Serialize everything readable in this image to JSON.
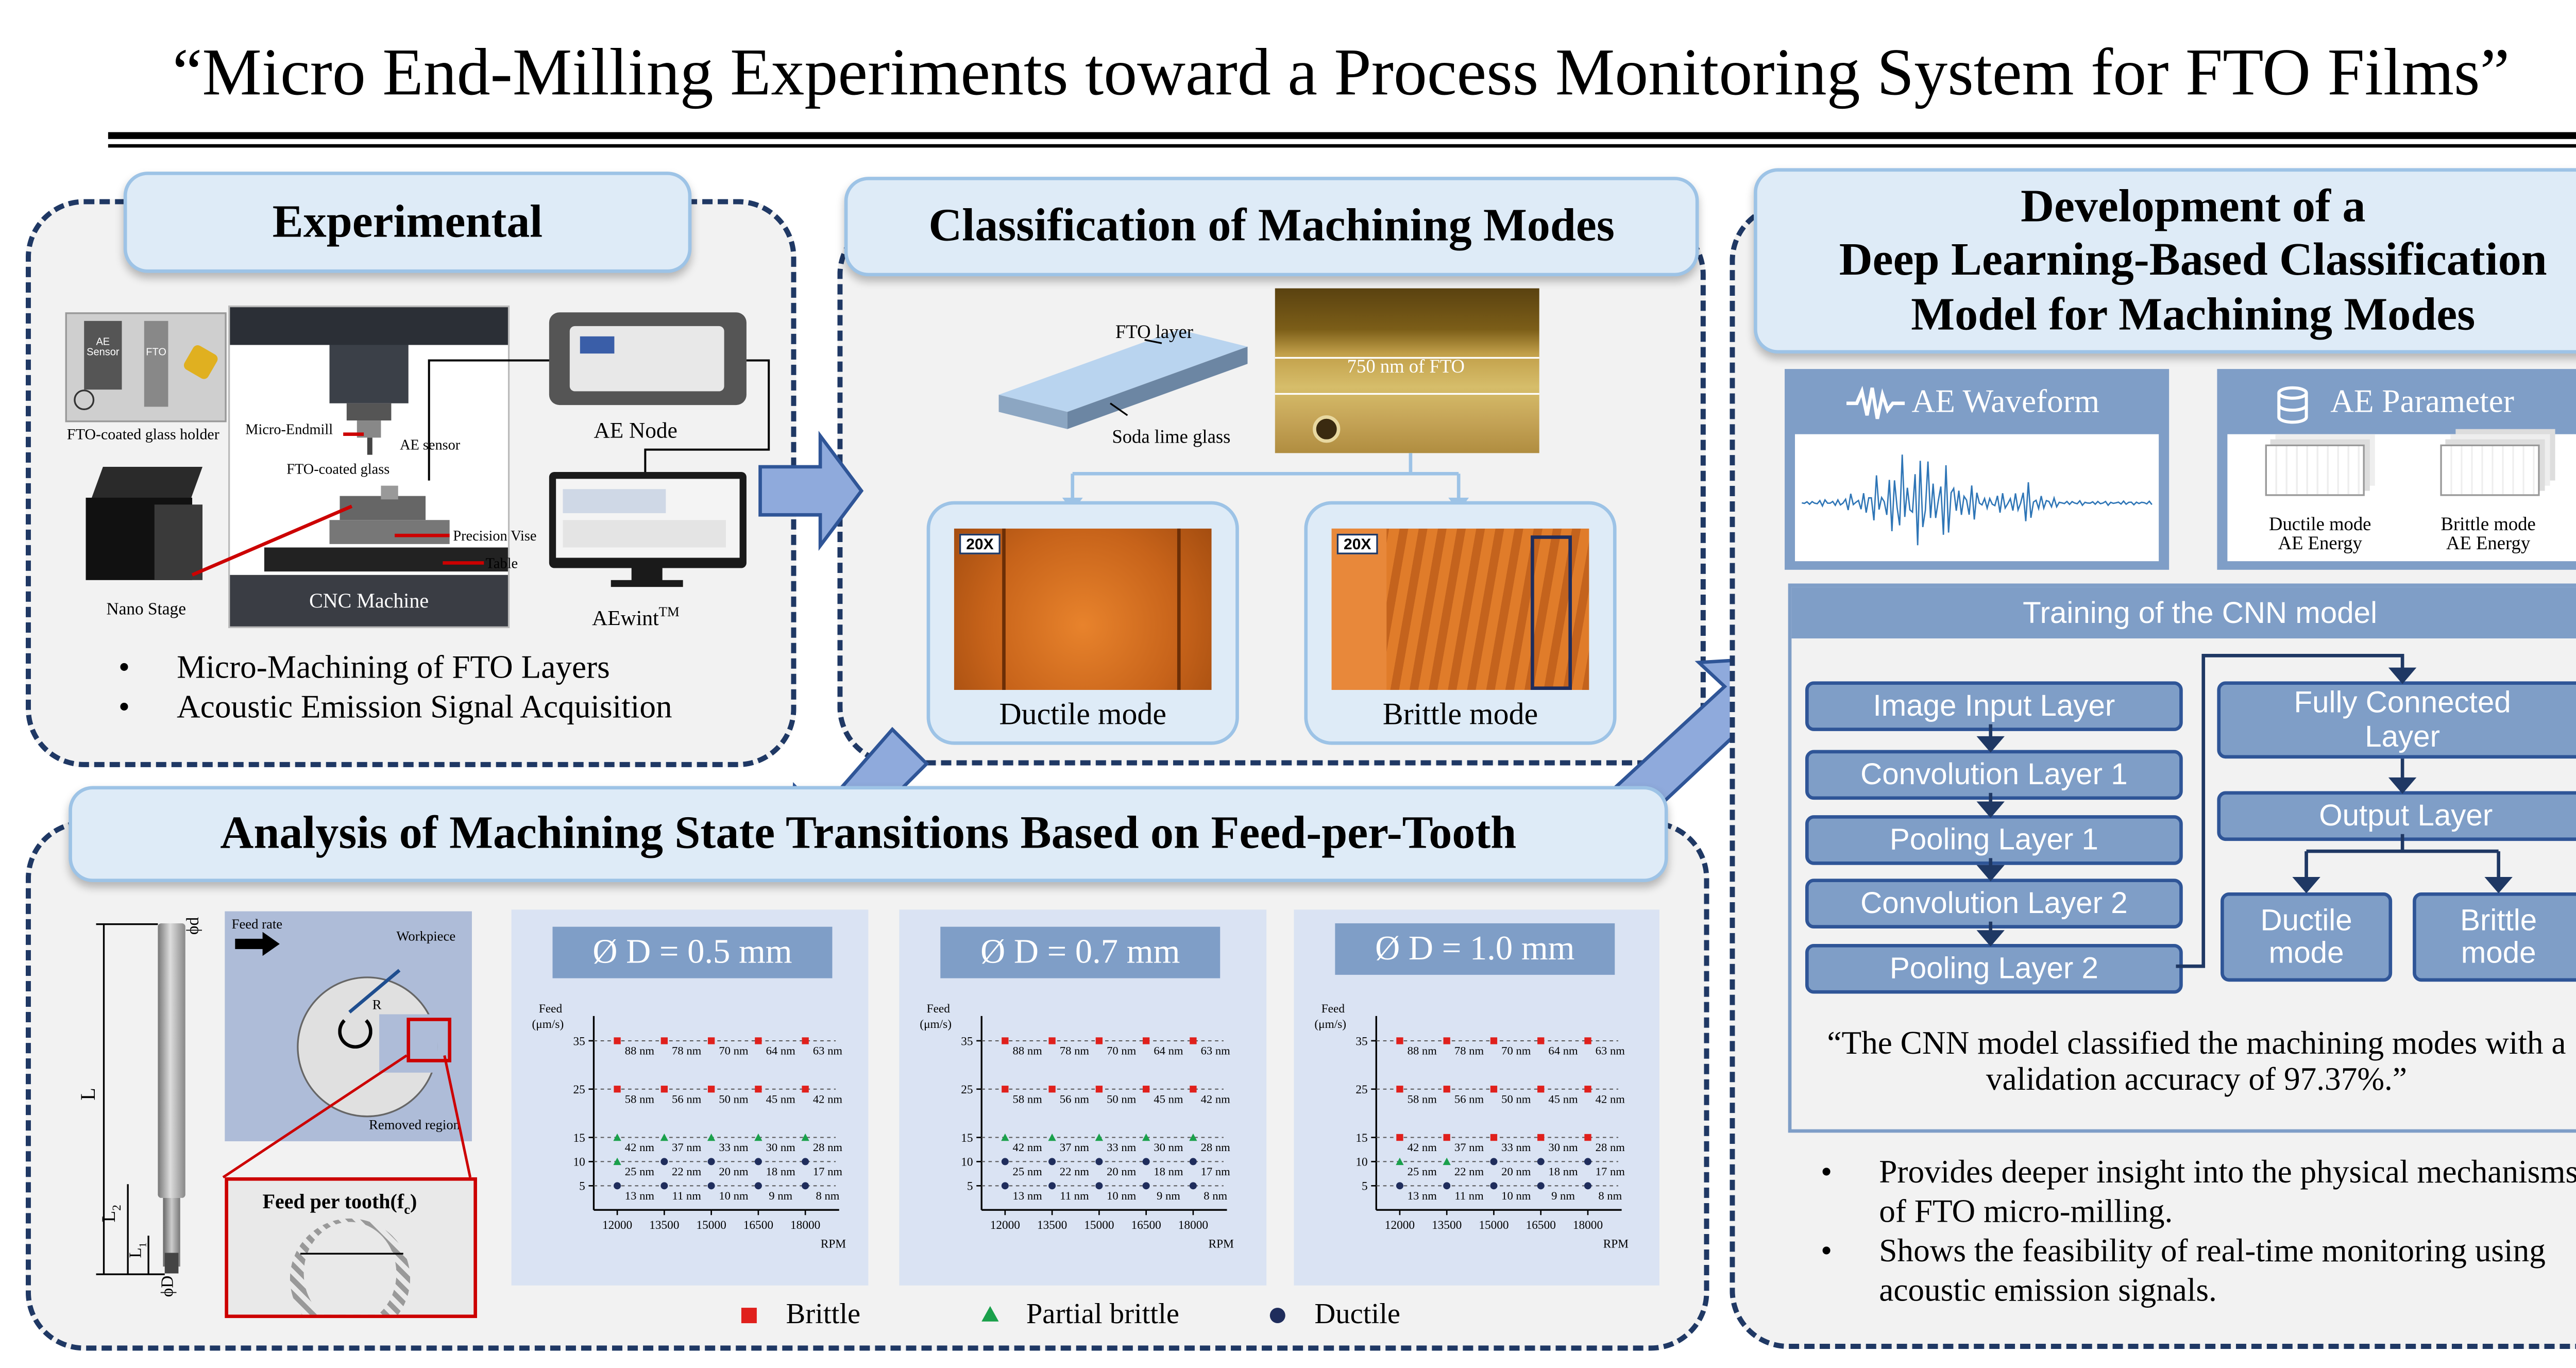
{
  "title": "“Micro End-Milling Experiments toward a Process Monitoring System for FTO Films”",
  "experimental": {
    "header": "Experimental",
    "nano_stage": "Nano Stage",
    "fto_holder": "FTO-coated glass holder",
    "holder_sensor": "AE Sensor",
    "holder_fto": "FTO",
    "micro_endmill": "Micro-Endmill",
    "ae_sensor": "AE sensor",
    "fto_glass": "FTO-coated glass",
    "precision_vise": "Precision Vise",
    "table": "Table",
    "cnc": "CNC Machine",
    "ae_node": "AE Node",
    "aewin": "AEwint",
    "aewin_sup": "TM",
    "bullets": [
      "Micro-Machining of FTO Layers",
      "Acoustic Emission Signal Acquisition"
    ]
  },
  "classification": {
    "header": "Classification of Machining Modes",
    "fto_layer": "FTO layer",
    "soda_lime": "Soda lime glass",
    "fto_thickness": "750 nm of FTO",
    "mag": "20X",
    "ductile": "Ductile mode",
    "brittle": "Brittle mode"
  },
  "analysis": {
    "header": "Analysis of Machining State Transitions Based on Feed-per-Tooth",
    "tool_d": "ϕd",
    "tool_L": "L",
    "tool_L2": "L",
    "tool_L2_sub": "2",
    "tool_L1": "L",
    "tool_L1_sub": "1",
    "tool_D": "ϕD",
    "feed_rate": "Feed rate",
    "workpiece": "Workpiece",
    "radius": "R",
    "removed": "Removed region",
    "fpt_label": "Feed per tooth(f",
    "fpt_sub": "c",
    "fpt_close": ")",
    "legend": [
      {
        "label": "Brittle",
        "color": "#e0201c",
        "shape": "square"
      },
      {
        "label": "Partial brittle",
        "color": "#1aa04b",
        "shape": "triangle"
      },
      {
        "label": "Ductile",
        "color": "#1f2d5c",
        "shape": "circle"
      }
    ]
  },
  "chart_data": [
    {
      "type": "scatter",
      "title": "Ø D = 0.5 mm",
      "ylabel": "Feed\n(μm/s)",
      "xlabel": "RPM",
      "x": [
        12000,
        13500,
        15000,
        16500,
        18000
      ],
      "y": [
        5,
        10,
        15,
        25,
        35
      ],
      "yticks": [
        5,
        10,
        15,
        25,
        35
      ],
      "fpt_labels": [
        [
          "13 nm",
          "11 nm",
          "10 nm",
          "9 nm",
          "8 nm"
        ],
        [
          "25 nm",
          "22 nm",
          "20 nm",
          "18 nm",
          "17 nm"
        ],
        [
          "42 nm",
          "37 nm",
          "33 nm",
          "30 nm",
          "28 nm"
        ],
        [
          "58 nm",
          "56 nm",
          "50 nm",
          "45 nm",
          "42 nm"
        ],
        [
          "88 nm",
          "78 nm",
          "70 nm",
          "64 nm",
          "63 nm"
        ]
      ],
      "modes": [
        [
          "D",
          "D",
          "D",
          "D",
          "D"
        ],
        [
          "P",
          "D",
          "D",
          "D",
          "D"
        ],
        [
          "P",
          "P",
          "P",
          "P",
          "P"
        ],
        [
          "B",
          "B",
          "B",
          "B",
          "B"
        ],
        [
          "B",
          "B",
          "B",
          "B",
          "B"
        ]
      ]
    },
    {
      "type": "scatter",
      "title": "Ø D = 0.7 mm",
      "ylabel": "Feed\n(μm/s)",
      "xlabel": "RPM",
      "x": [
        12000,
        13500,
        15000,
        16500,
        18000
      ],
      "y": [
        5,
        10,
        15,
        25,
        35
      ],
      "yticks": [
        5,
        10,
        15,
        25,
        35
      ],
      "fpt_labels": [
        [
          "13 nm",
          "11 nm",
          "10 nm",
          "9 nm",
          "8 nm"
        ],
        [
          "25 nm",
          "22 nm",
          "20 nm",
          "18 nm",
          "17 nm"
        ],
        [
          "42 nm",
          "37 nm",
          "33 nm",
          "30 nm",
          "28 nm"
        ],
        [
          "58 nm",
          "56 nm",
          "50 nm",
          "45 nm",
          "42 nm"
        ],
        [
          "88 nm",
          "78 nm",
          "70 nm",
          "64 nm",
          "63 nm"
        ]
      ],
      "modes": [
        [
          "D",
          "D",
          "D",
          "D",
          "D"
        ],
        [
          "D",
          "D",
          "D",
          "D",
          "D"
        ],
        [
          "P",
          "P",
          "P",
          "P",
          "P"
        ],
        [
          "B",
          "B",
          "B",
          "B",
          "B"
        ],
        [
          "B",
          "B",
          "B",
          "B",
          "B"
        ]
      ]
    },
    {
      "type": "scatter",
      "title": "Ø D = 1.0 mm",
      "ylabel": "Feed\n(μm/s)",
      "xlabel": "RPM",
      "x": [
        12000,
        13500,
        15000,
        16500,
        18000
      ],
      "y": [
        5,
        10,
        15,
        25,
        35
      ],
      "yticks": [
        5,
        10,
        15,
        25,
        35
      ],
      "fpt_labels": [
        [
          "13 nm",
          "11 nm",
          "10 nm",
          "9 nm",
          "8 nm"
        ],
        [
          "25 nm",
          "22 nm",
          "20 nm",
          "18 nm",
          "17 nm"
        ],
        [
          "42 nm",
          "37 nm",
          "33 nm",
          "30 nm",
          "28 nm"
        ],
        [
          "58 nm",
          "56 nm",
          "50 nm",
          "45 nm",
          "42 nm"
        ],
        [
          "88 nm",
          "78 nm",
          "70 nm",
          "64 nm",
          "63 nm"
        ]
      ],
      "modes": [
        [
          "D",
          "D",
          "D",
          "D",
          "D"
        ],
        [
          "P",
          "P",
          "D",
          "D",
          "D"
        ],
        [
          "B",
          "B",
          "B",
          "B",
          "B"
        ],
        [
          "B",
          "B",
          "B",
          "B",
          "B"
        ],
        [
          "B",
          "B",
          "B",
          "B",
          "B"
        ]
      ]
    }
  ],
  "deep_learning": {
    "header_lines": [
      "Development of a",
      "Deep Learning-Based Classification",
      "Model for Machining Modes"
    ],
    "ae_waveform": "AE Waveform",
    "ae_parameter": "AE Parameter",
    "ductile_energy": [
      "Ductile mode",
      "AE Energy"
    ],
    "brittle_energy": [
      "Brittle mode",
      "AE Energy"
    ],
    "training": "Training of the CNN model",
    "layers_left": [
      "Image Input Layer",
      "Convolution Layer 1",
      "Pooling Layer 1",
      "Convolution Layer 2",
      "Pooling Layer 2"
    ],
    "fully_connected": "Fully Connected Layer",
    "output": "Output Layer",
    "ductile_out": "Ductile mode",
    "brittle_out": "Brittle mode",
    "quote": "“The CNN model classified the machining modes with a validation accuracy of 97.37%.”",
    "bullets": [
      "Provides deeper insight into the physical mechanisms of FTO micro-milling.",
      "Shows the feasibility of real-time monitoring using acoustic emission signals."
    ]
  }
}
